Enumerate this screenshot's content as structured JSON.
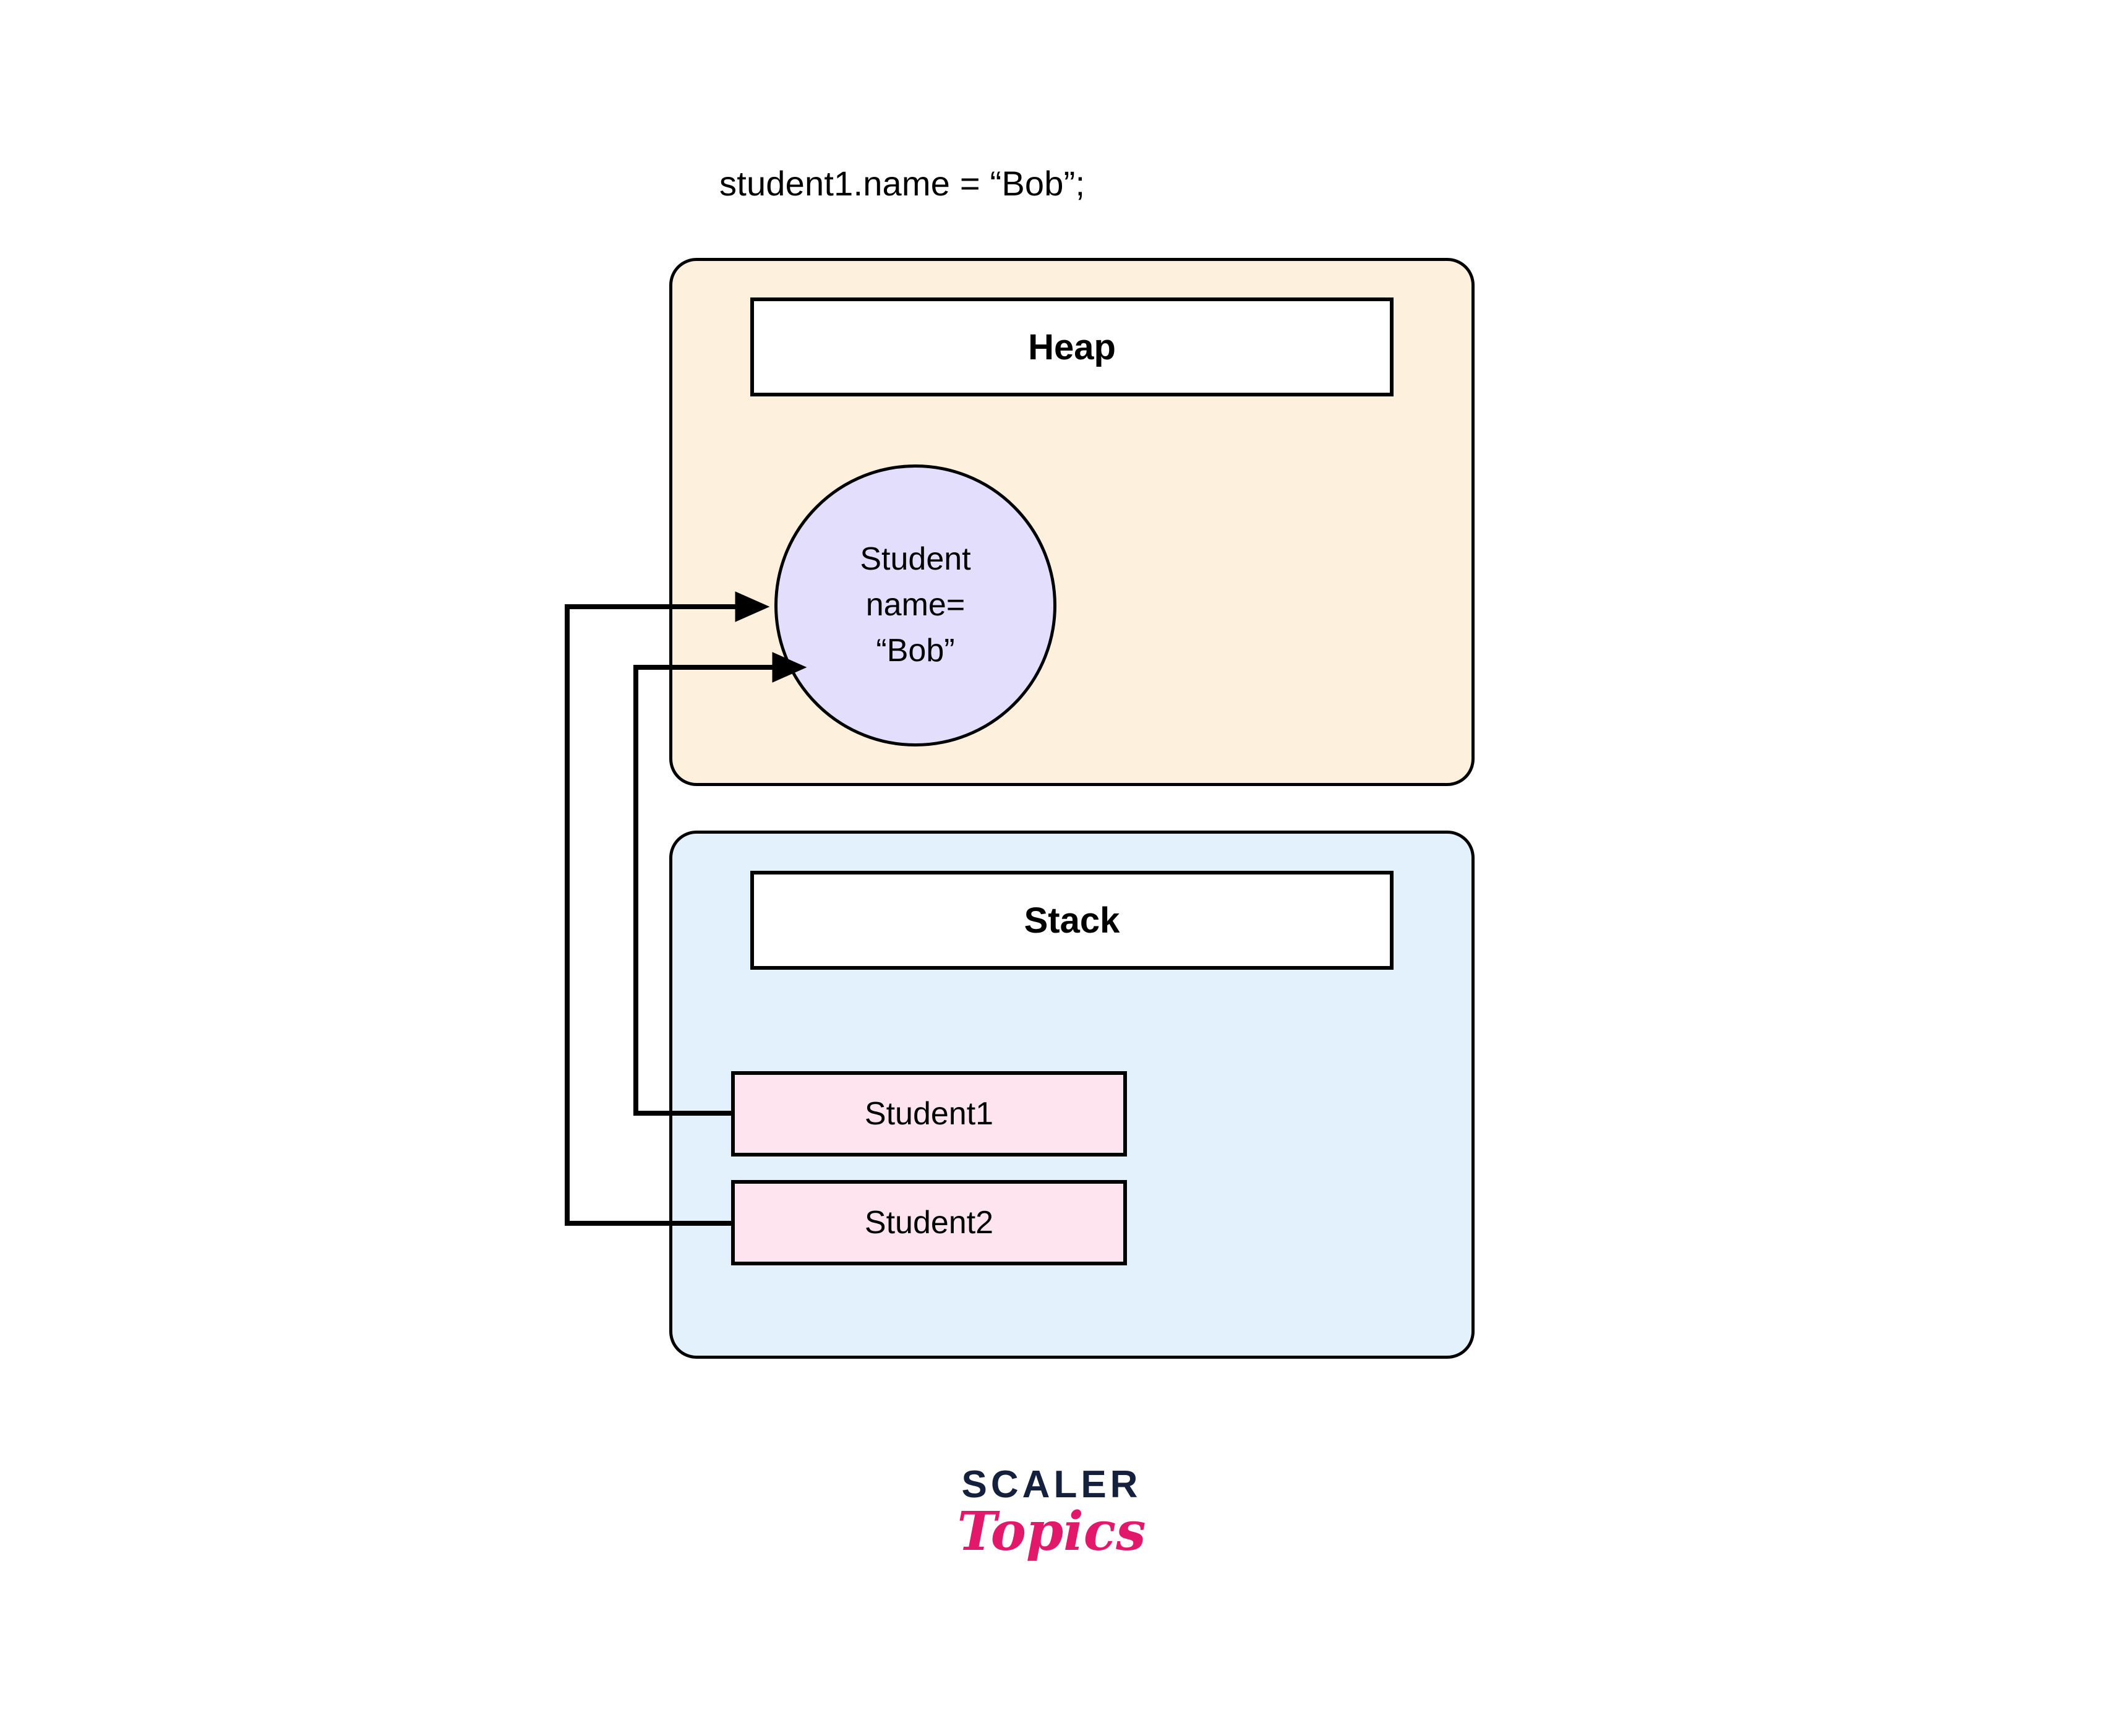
{
  "caption": {
    "code": "student1.name = “Bob”;"
  },
  "regions": {
    "heap": {
      "title": "Heap",
      "fill_color": "#fdf0dd",
      "object": {
        "type_line": "Student",
        "field_line": "name=",
        "value_line": "“Bob”",
        "fill_color": "#e2defb"
      }
    },
    "stack": {
      "title": "Stack",
      "fill_color": "#e3f1fc",
      "slots": [
        {
          "label": "Student1",
          "fill_color": "#fde4ee"
        },
        {
          "label": "Student2",
          "fill_color": "#fde4ee"
        }
      ]
    }
  },
  "arrows": [
    {
      "name": "student2-to-heap-object",
      "from": "Student2",
      "to": "Student object"
    },
    {
      "name": "student1-to-heap-object",
      "from": "Student1",
      "to": "Student object"
    }
  ],
  "brand": {
    "primary": "SCALER",
    "secondary": "Topics",
    "primary_color": "#15203c",
    "secondary_color": "#e2196a"
  }
}
